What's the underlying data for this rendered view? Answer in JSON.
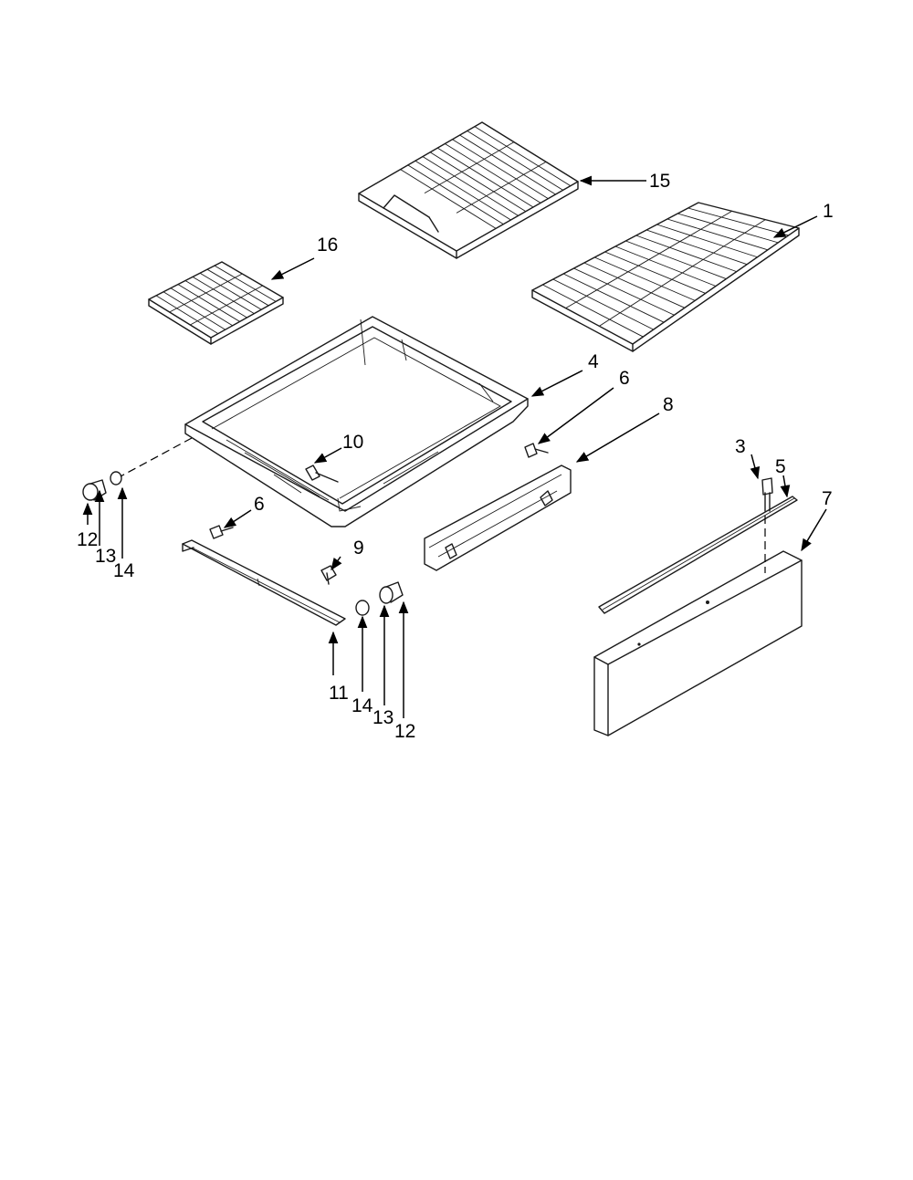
{
  "callouts": {
    "c1": "1",
    "c3": "3",
    "c4": "4",
    "c5": "5",
    "c6a": "6",
    "c6b": "6",
    "c7": "7",
    "c8": "8",
    "c9": "9",
    "c10": "10",
    "c11": "11",
    "c12a": "12",
    "c12b": "12",
    "c13a": "13",
    "c13b": "13",
    "c14a": "14",
    "c14b": "14",
    "c15": "15",
    "c16": "16"
  }
}
